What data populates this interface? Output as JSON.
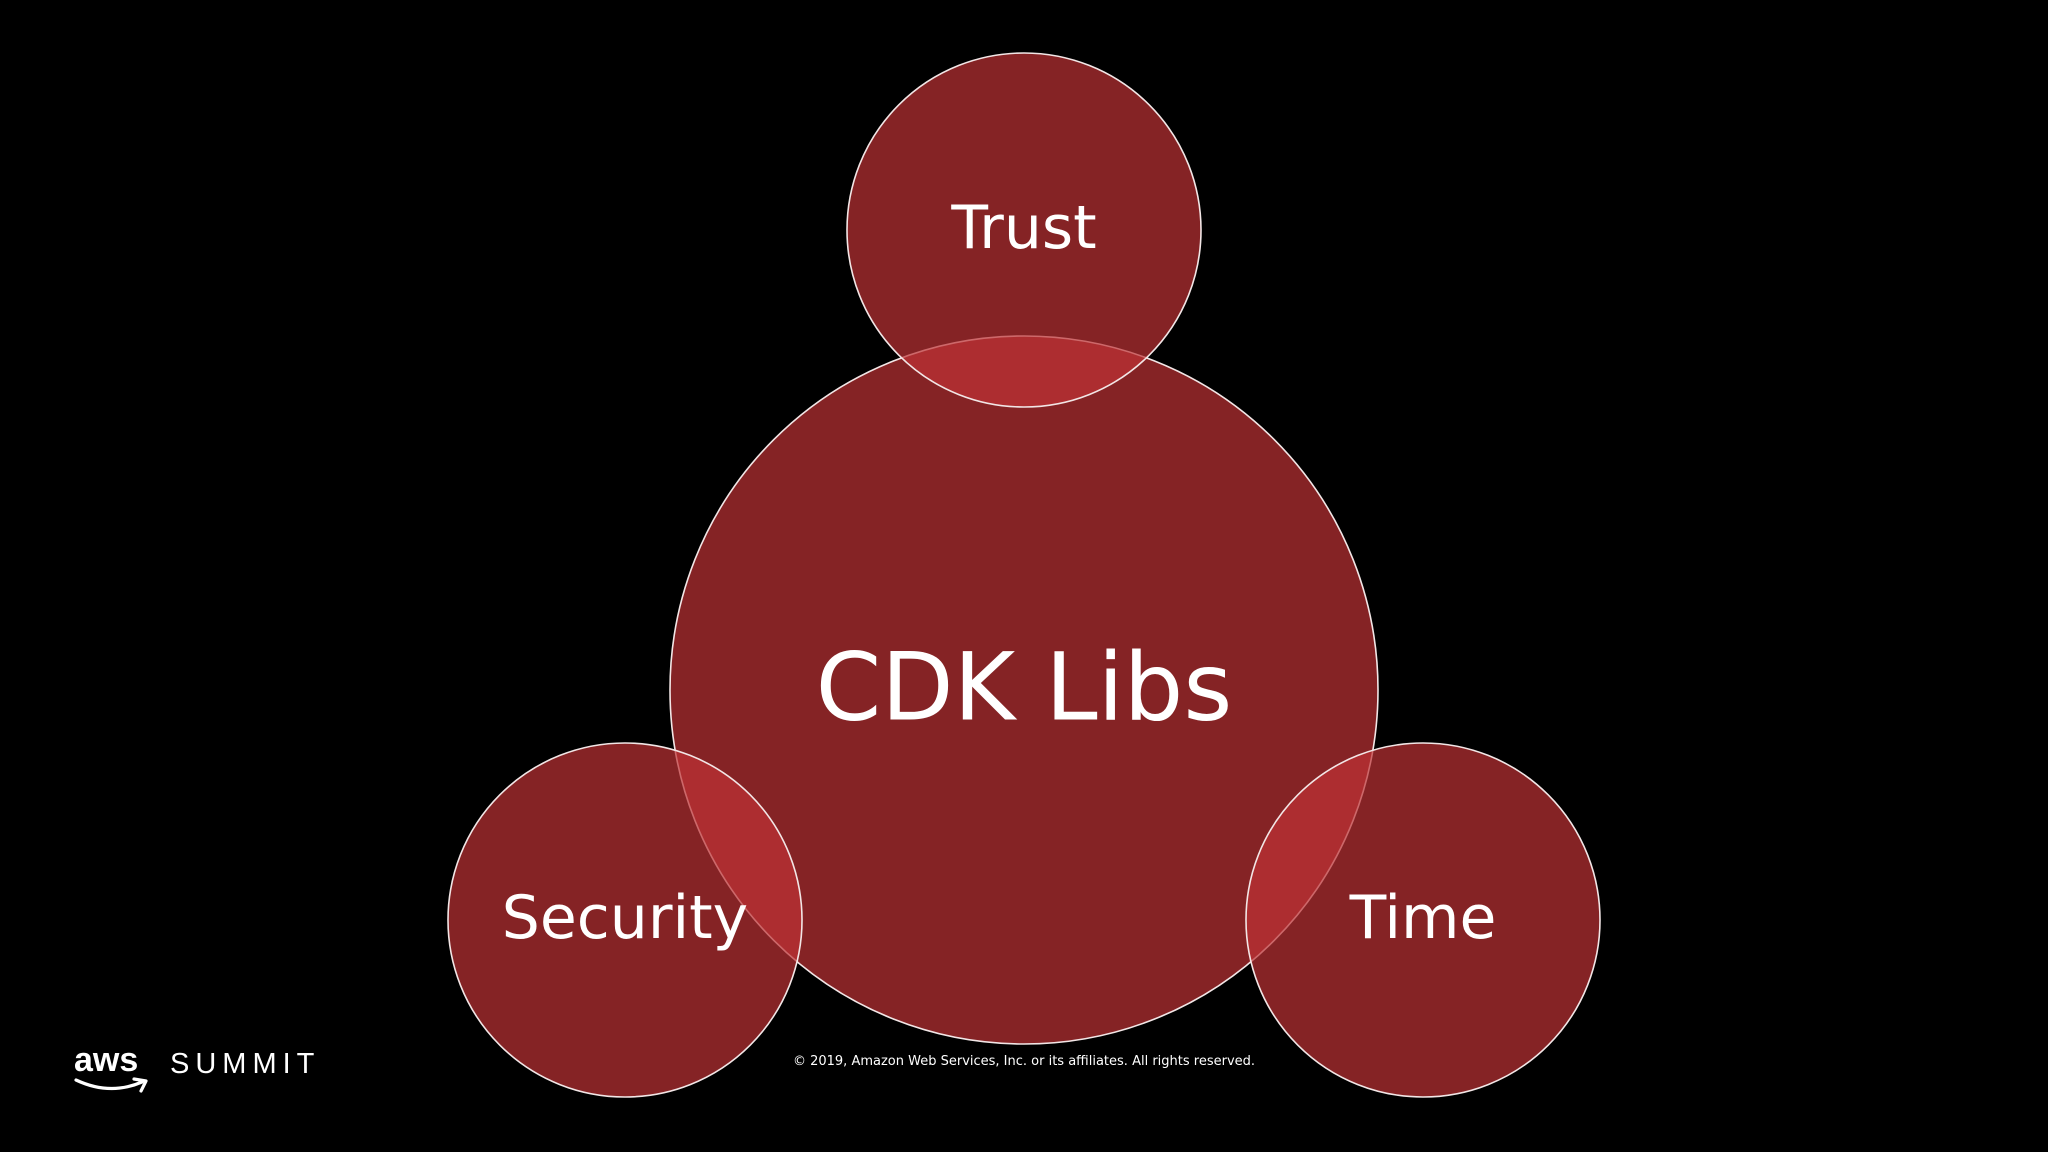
{
  "diagram": {
    "center_label": "CDK Libs",
    "top_label": "Trust",
    "left_label": "Security",
    "right_label": "Time"
  },
  "footer": {
    "brand": "aws",
    "event": "SUMMIT",
    "copyright": "© 2019, Amazon Web Services, Inc. or its affiliates. All rights reserved."
  },
  "colors": {
    "background": "#000000",
    "circle_fill": "#8a2a2d",
    "overlap_fill": "#c13a3f",
    "stroke": "#f2e6e6",
    "text": "#ffffff"
  }
}
